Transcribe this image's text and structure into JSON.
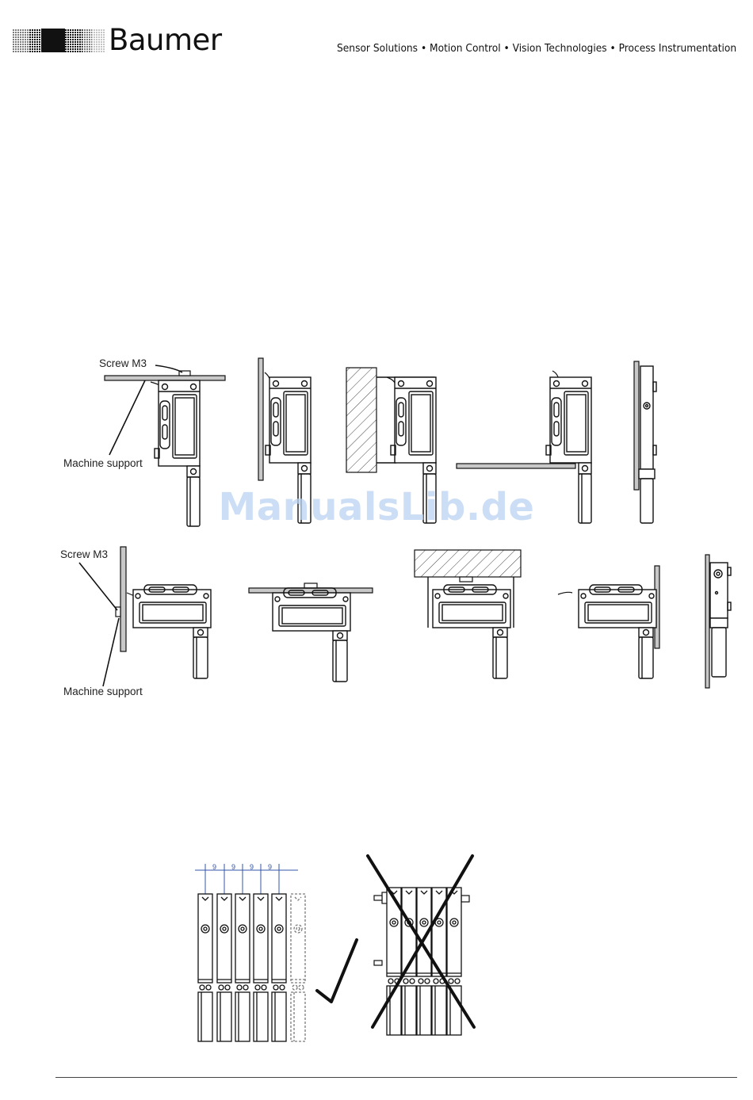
{
  "header": {
    "brand": "Baumer",
    "tagline": "Sensor Solutions • Motion Control • Vision Technologies • Process Instrumentation"
  },
  "figure_row1": {
    "screw_label": "Screw M3",
    "support_label": "Machine support"
  },
  "figure_row2": {
    "screw_label": "Screw M3",
    "support_label": "Machine support"
  },
  "spacing_figure": {
    "dimensions": [
      "9",
      "9",
      "9",
      "9"
    ]
  },
  "watermark": "ManualsLib.de",
  "icons": {
    "ok": "check-mark-icon",
    "wrong": "cross-out-icon"
  },
  "colors": {
    "line": "#111111",
    "plate": "#c8c8c8",
    "dimension": "#3355aa",
    "watermark": "#bcd4f2"
  }
}
